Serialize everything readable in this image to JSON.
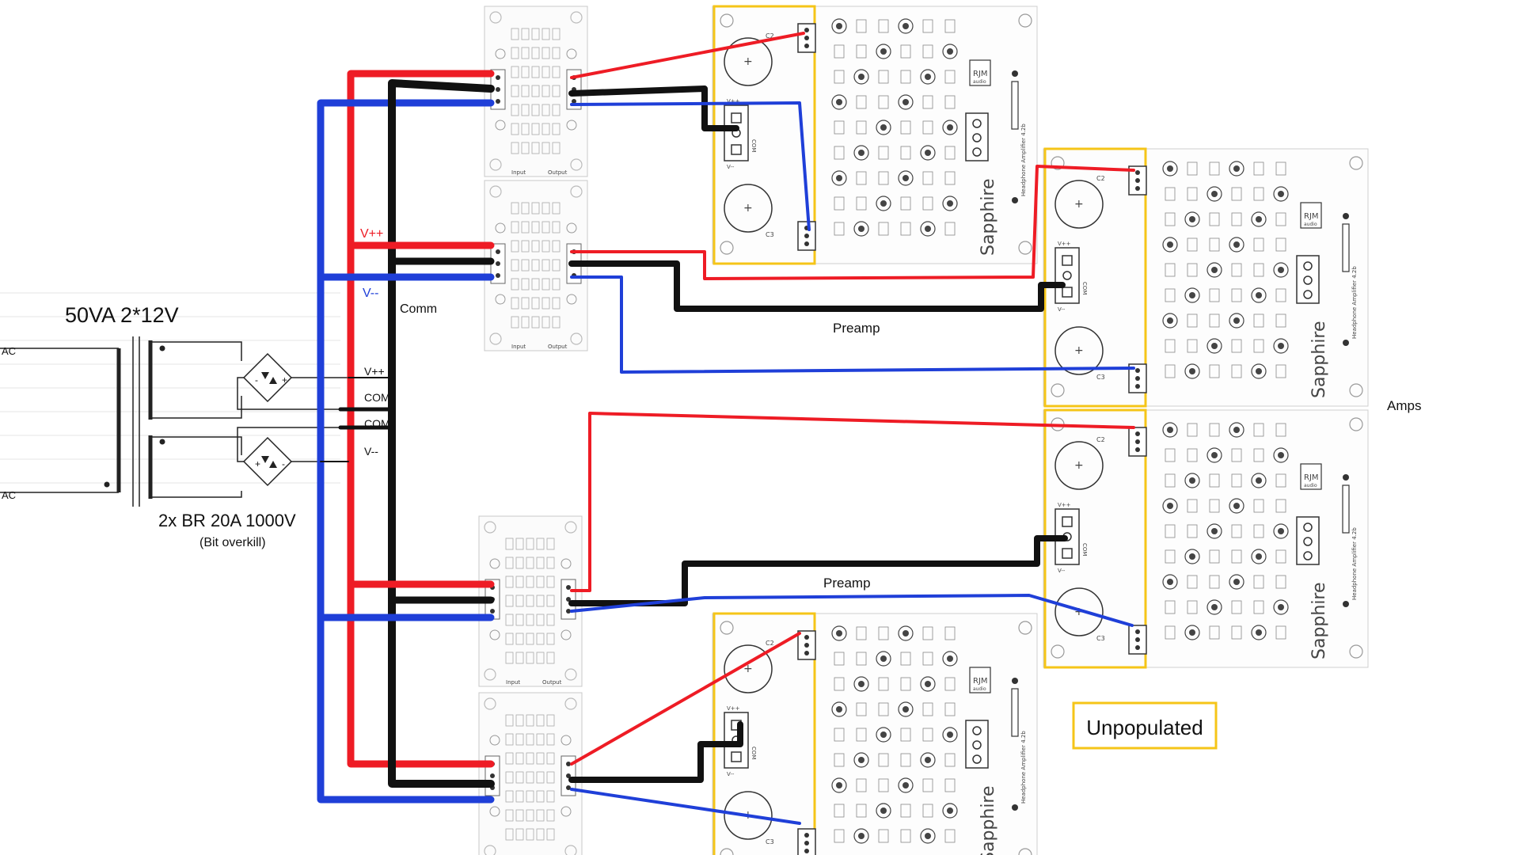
{
  "colors": {
    "positive_rail": "#ee1c25",
    "negative_rail": "#1f3fd8",
    "common": "#111111",
    "highlight_box": "#f5c518",
    "board_line": "#9a9a9a"
  },
  "power_supply": {
    "transformer_label": "50VA  2*12V",
    "ac_label_top": "AC",
    "ac_label_bottom": "AC",
    "rectifier_label": "2x BR 20A 1000V",
    "rectifier_note": "(Bit overkill)",
    "out_vpp": "V++",
    "out_com_1": "COM",
    "out_com_2": "COM",
    "out_vmm": "V--"
  },
  "rails": {
    "vpp_label": "V++",
    "vmm_label": "V--",
    "comm_label": "Comm"
  },
  "preamp_boards": {
    "input_label": "Input",
    "output_label": "Output"
  },
  "amp_boards": {
    "title": "Sapphire",
    "brand": "RJM",
    "brand_sub": "audio",
    "subtitle": "Headphone Amplifier 4.2b",
    "cap_c2": "C2",
    "cap_c3": "C3",
    "pad_vpp": "V++",
    "pad_vmm": "V--",
    "pad_com": "COM"
  },
  "annotations": {
    "preamp_top": "Preamp",
    "preamp_bottom": "Preamp",
    "amps": "Amps",
    "unpopulated": "Unpopulated"
  }
}
